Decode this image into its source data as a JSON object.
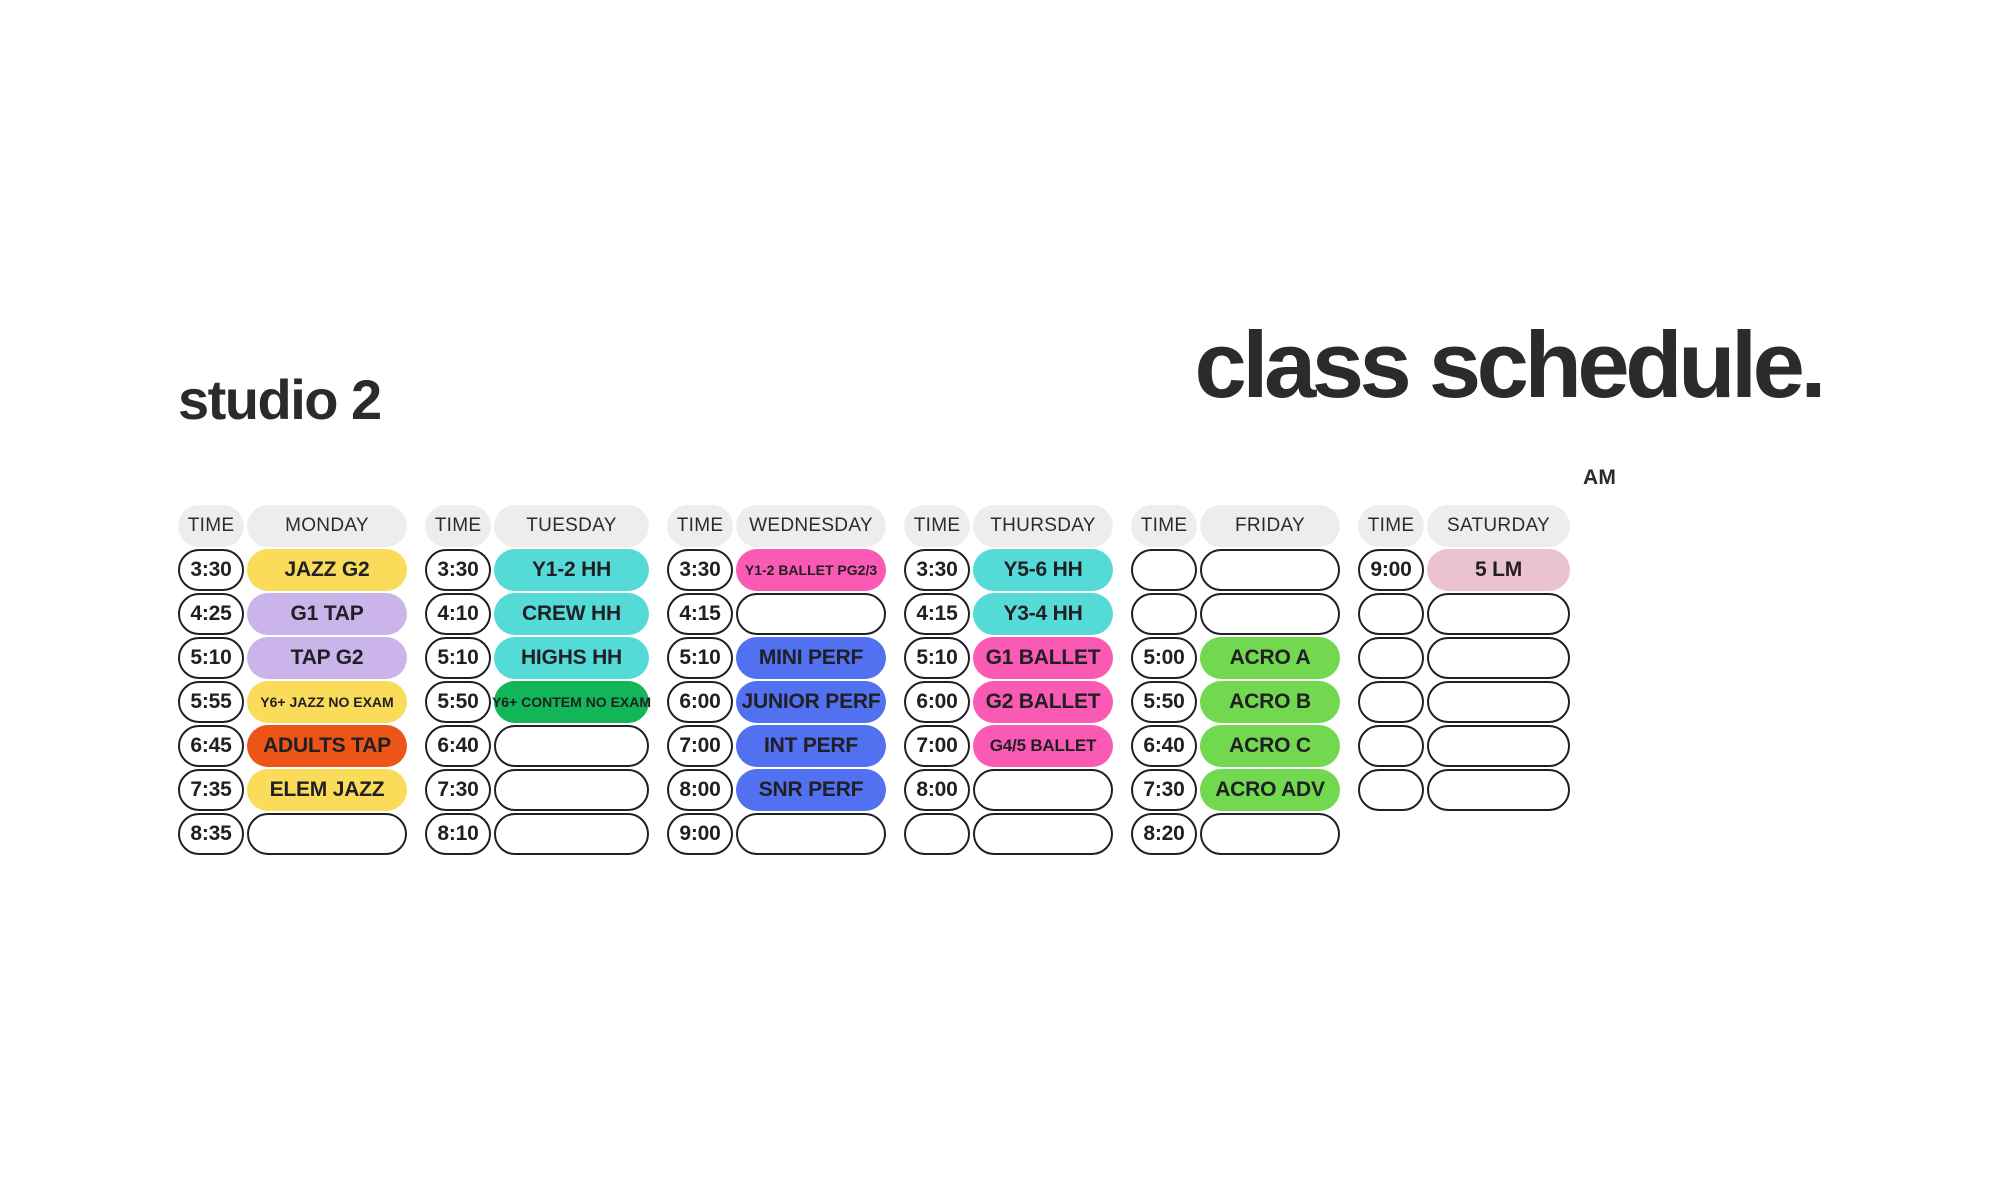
{
  "header": {
    "studio_label": "studio 2",
    "title": "class schedule.",
    "am_label": "AM"
  },
  "columns": {
    "time_label": "TIME",
    "days": [
      "MONDAY",
      "TUESDAY",
      "WEDNESDAY",
      "THURSDAY",
      "FRIDAY",
      "SATURDAY"
    ]
  },
  "colors": {
    "header_pill": "#efedec",
    "outline": "#1f1f24",
    "yellow": "#fadc5a",
    "orange": "#ec5418",
    "lilac": "#cbb4ea",
    "cyan": "#54dbd8",
    "green_dark": "#12b557",
    "green_light": "#72d84f",
    "blue": "#5271f0",
    "pink": "#fa5ab4",
    "pale_pink": "#ebc3ce",
    "white": "#ffffff"
  },
  "schedule": {
    "monday": {
      "day": "MONDAY",
      "rows": [
        {
          "time": "3:30",
          "label": "JAZZ G2",
          "color": "#fadc5a",
          "size": "normal"
        },
        {
          "time": "4:25",
          "label": "G1 TAP",
          "color": "#cbb4ea",
          "size": "normal"
        },
        {
          "time": "5:10",
          "label": "TAP G2",
          "color": "#cbb4ea",
          "size": "normal"
        },
        {
          "time": "5:55",
          "label": "Y6+ JAZZ NO EXAM",
          "color": "#fadc5a",
          "size": "small"
        },
        {
          "time": "6:45",
          "label": "ADULTS TAP",
          "color": "#ec5418",
          "size": "normal"
        },
        {
          "time": "7:35",
          "label": "ELEM JAZZ",
          "color": "#fadc5a",
          "size": "normal"
        },
        {
          "time": "8:35",
          "label": "",
          "color": "",
          "size": "normal"
        }
      ]
    },
    "tuesday": {
      "day": "TUESDAY",
      "rows": [
        {
          "time": "3:30",
          "label": "Y1-2 HH",
          "color": "#54dbd8",
          "size": "normal"
        },
        {
          "time": "4:10",
          "label": "CREW HH",
          "color": "#54dbd8",
          "size": "normal"
        },
        {
          "time": "5:10",
          "label": "HIGHS HH",
          "color": "#54dbd8",
          "size": "normal"
        },
        {
          "time": "5:50",
          "label": "Y6+ CONTEM NO EXAM",
          "color": "#12b557",
          "size": "small"
        },
        {
          "time": "6:40",
          "label": "",
          "color": "",
          "size": "normal"
        },
        {
          "time": "7:30",
          "label": "",
          "color": "",
          "size": "normal"
        },
        {
          "time": "8:10",
          "label": "",
          "color": "",
          "size": "normal"
        }
      ]
    },
    "wednesday": {
      "day": "WEDNESDAY",
      "rows": [
        {
          "time": "3:30",
          "label": "Y1-2 BALLET PG2/3",
          "color": "#fa5ab4",
          "size": "small"
        },
        {
          "time": "4:15",
          "label": "",
          "color": "",
          "size": "normal"
        },
        {
          "time": "5:10",
          "label": "MINI PERF",
          "color": "#5271f0",
          "size": "normal"
        },
        {
          "time": "6:00",
          "label": "JUNIOR PERF",
          "color": "#5271f0",
          "size": "normal"
        },
        {
          "time": "7:00",
          "label": "INT PERF",
          "color": "#5271f0",
          "size": "normal"
        },
        {
          "time": "8:00",
          "label": "SNR PERF",
          "color": "#5271f0",
          "size": "normal"
        },
        {
          "time": "9:00",
          "label": "",
          "color": "",
          "size": "normal"
        }
      ]
    },
    "thursday": {
      "day": "THURSDAY",
      "rows": [
        {
          "time": "3:30",
          "label": "Y5-6 HH",
          "color": "#54dbd8",
          "size": "normal"
        },
        {
          "time": "4:15",
          "label": "Y3-4 HH",
          "color": "#54dbd8",
          "size": "normal"
        },
        {
          "time": "5:10",
          "label": "G1 BALLET",
          "color": "#fa5ab4",
          "size": "normal"
        },
        {
          "time": "6:00",
          "label": "G2 BALLET",
          "color": "#fa5ab4",
          "size": "normal"
        },
        {
          "time": "7:00",
          "label": "G4/5 BALLET",
          "color": "#fa5ab4",
          "size": "medium"
        },
        {
          "time": "8:00",
          "label": "",
          "color": "",
          "size": "normal"
        },
        {
          "time": "",
          "label": "",
          "color": "",
          "size": "normal"
        }
      ]
    },
    "friday": {
      "day": "FRIDAY",
      "rows": [
        {
          "time": "",
          "label": "",
          "color": "",
          "size": "normal"
        },
        {
          "time": "",
          "label": "",
          "color": "",
          "size": "normal"
        },
        {
          "time": "5:00",
          "label": "ACRO A",
          "color": "#72d84f",
          "size": "normal"
        },
        {
          "time": "5:50",
          "label": "ACRO B",
          "color": "#72d84f",
          "size": "normal"
        },
        {
          "time": "6:40",
          "label": "ACRO C",
          "color": "#72d84f",
          "size": "normal"
        },
        {
          "time": "7:30",
          "label": "ACRO ADV",
          "color": "#72d84f",
          "size": "normal"
        },
        {
          "time": "8:20",
          "label": "",
          "color": "",
          "size": "normal"
        }
      ]
    },
    "saturday": {
      "day": "SATURDAY",
      "rows": [
        {
          "time": "9:00",
          "label": "5 LM",
          "color": "#ebc3ce",
          "size": "normal"
        },
        {
          "time": "",
          "label": "",
          "color": "",
          "size": "normal"
        },
        {
          "time": "",
          "label": "",
          "color": "",
          "size": "normal"
        },
        {
          "time": "",
          "label": "",
          "color": "",
          "size": "normal"
        },
        {
          "time": "",
          "label": "",
          "color": "",
          "size": "normal"
        },
        {
          "time": "",
          "label": "",
          "color": "",
          "size": "normal"
        }
      ]
    }
  }
}
